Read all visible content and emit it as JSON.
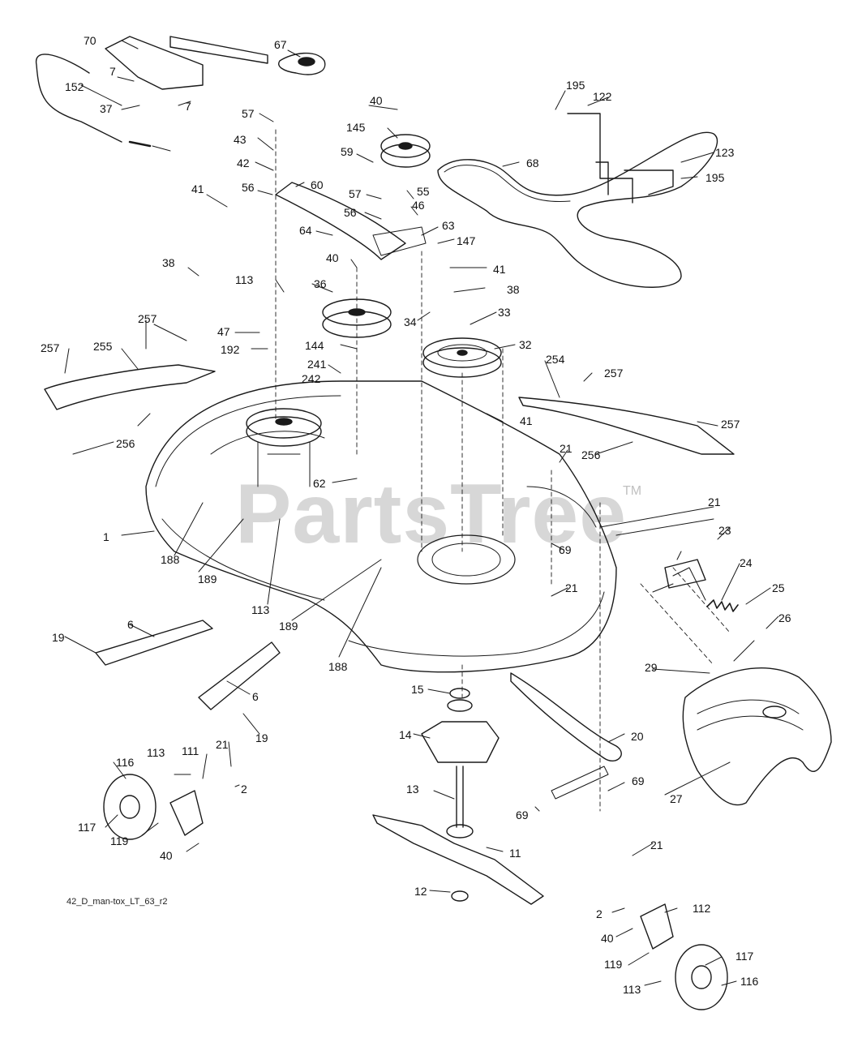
{
  "diagram": {
    "drawing_id": "42_D_man-tox_LT_63_r2",
    "watermark": "PartsTree",
    "trademark": "TM",
    "colors": {
      "line": "#1a1a1a",
      "label": "#111111",
      "watermark": "#a0a0a0",
      "background": "#ffffff"
    },
    "callouts": [
      "70",
      "67",
      "7",
      "152",
      "7",
      "37",
      "57",
      "43",
      "42",
      "60",
      "56",
      "41",
      "38",
      "64",
      "40",
      "145",
      "59",
      "57",
      "56",
      "55",
      "46",
      "63",
      "147",
      "41",
      "195",
      "122",
      "68",
      "123",
      "195",
      "113",
      "36",
      "47",
      "192",
      "144",
      "241",
      "242",
      "40",
      "38",
      "34",
      "33",
      "32",
      "257",
      "257",
      "255",
      "256",
      "41",
      "254",
      "257",
      "257",
      "256",
      "21",
      "62",
      "1",
      "188",
      "189",
      "113",
      "189",
      "188",
      "69",
      "21",
      "21",
      "23",
      "24",
      "25",
      "26",
      "19",
      "6",
      "6",
      "19",
      "29",
      "15",
      "14",
      "27",
      "20",
      "69",
      "69",
      "13",
      "11",
      "12",
      "116",
      "113",
      "111",
      "21",
      "2",
      "117",
      "119",
      "40",
      "21",
      "112",
      "2",
      "40",
      "119",
      "117",
      "113",
      "116"
    ]
  }
}
